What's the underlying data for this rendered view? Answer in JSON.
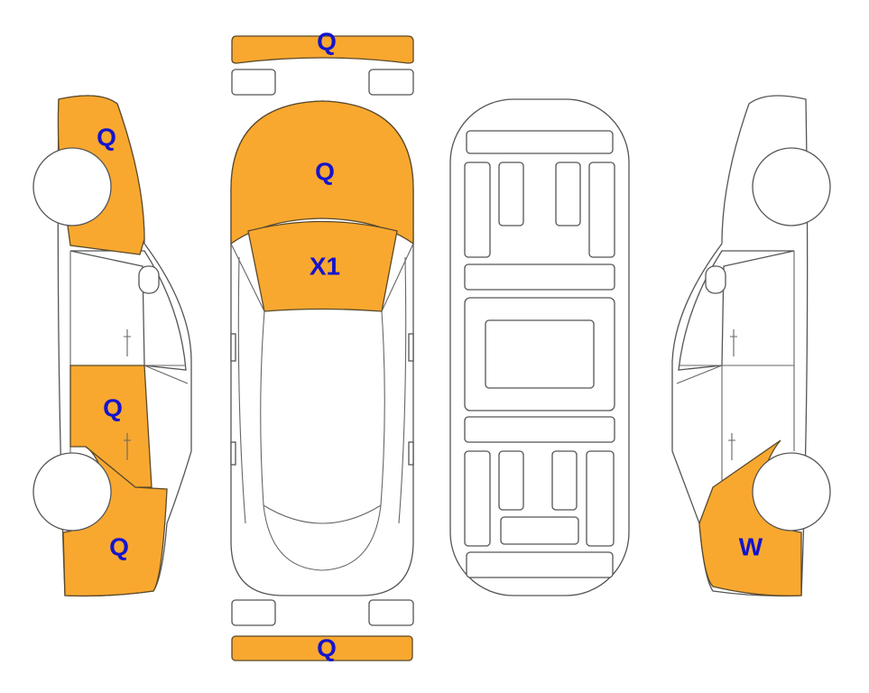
{
  "colors": {
    "damage_fill": "#F9A82F",
    "label_text": "#1414CC",
    "outline": "#555555"
  },
  "panels": {
    "front_bumper": {
      "code": "Q",
      "damaged": true
    },
    "hood": {
      "code": "Q",
      "damaged": true
    },
    "windshield": {
      "code": "X1",
      "damaged": true
    },
    "left_front_fender": {
      "code": "Q",
      "damaged": true
    },
    "left_rear_door": {
      "code": "Q",
      "damaged": true
    },
    "left_rear_quarter": {
      "code": "Q",
      "damaged": true
    },
    "rear_bumper": {
      "code": "Q",
      "damaged": true
    },
    "right_rear_quarter": {
      "code": "W",
      "damaged": true
    }
  }
}
